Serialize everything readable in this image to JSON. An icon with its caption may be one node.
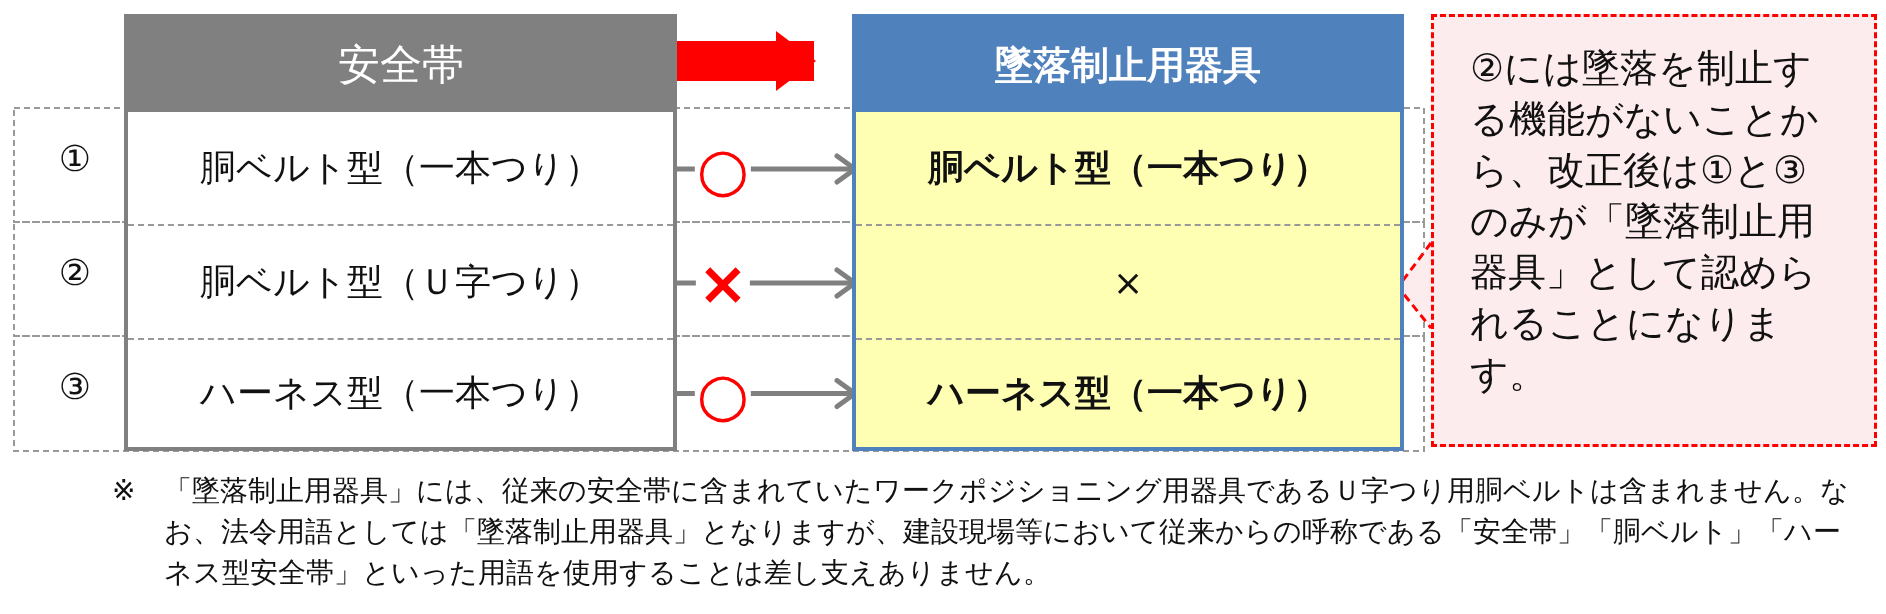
{
  "diagram": {
    "nodes": [
      {
        "text": [
          "安全帯"
        ]
      },
      {
        "text": [
          "胴ベルト型（一本つり）"
        ],
        "in": 0
      },
      {
        "text": [
          "胴ベルト型（Ｕ字つり）"
        ],
        "in": 0
      },
      {
        "text": [
          "ハーネス型（一本つり）"
        ],
        "in": 0
      },
      {
        "text": [
          "墜落制止用器具"
        ]
      },
      {
        "text": [
          "胴ベルト型（一本つり）"
        ],
        "in": 4
      },
      {
        "text": [
          "×"
        ],
        "in": 4
      },
      {
        "text": [
          "ハーネス型（一本つり）"
        ],
        "in": 4
      },
      {
        "text": [
          "②には墜落を制止する機能がないことから、改正後は①と③のみが「墜落制止用器具」として認められることになります。"
        ]
      }
    ],
    "edges": [
      {
        "from": 0,
        "to": 4,
        "arrow": "to",
        "style": "thick",
        "color": "#ff0000"
      },
      {
        "from": 1,
        "to": 5,
        "arrow": "to",
        "label": "○"
      },
      {
        "from": 2,
        "to": 6,
        "arrow": "to",
        "label": "×"
      },
      {
        "from": 3,
        "to": 7,
        "arrow": "to",
        "label": "○"
      },
      {
        "from": 8,
        "to": 6,
        "arrow": "none",
        "style": "dashed",
        "color": "#ff0000"
      }
    ],
    "labels": [
      "①",
      "②",
      "③",
      "※",
      "「墜落制止用器具」には、従来の安全帯に含まれていたワークポジショニング用器具であるＵ字つり用胴ベルトは含まれません。なお、法令用語としては「墜落制止用器具」となりますが、建設現場等において従来からの呼称である「安全帯」「胴ベルト」「ハーネス型安全帯」といった用語を使用することは差し支えありません。"
    ]
  }
}
